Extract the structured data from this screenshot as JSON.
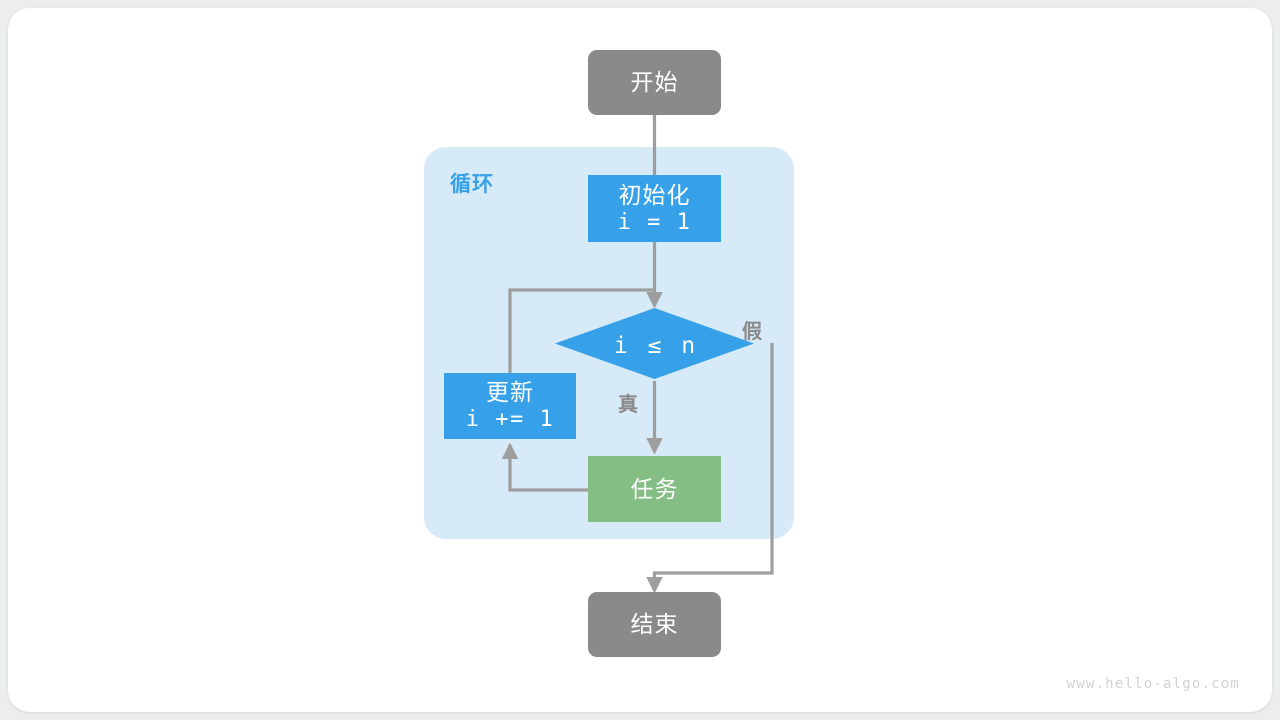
{
  "diagram": {
    "title": "for-loop-flowchart",
    "watermark": "www.hello-algo.com",
    "colors": {
      "page_bg": "#eceded",
      "card_bg": "#ffffff",
      "terminal": "#8a8a8a",
      "process_blue": "#36a0e8",
      "process_green": "#84be85",
      "loop_bg": "#d6eaf8",
      "wire": "#9e9e9e",
      "loop_label": "#36a0e8",
      "watermark": "#d3d3d3"
    },
    "loop_group": {
      "label": "循环"
    },
    "nodes": {
      "start": {
        "label": "开始",
        "shape": "terminal"
      },
      "init": {
        "label": "初始化",
        "code": "i = 1",
        "shape": "process"
      },
      "condition": {
        "label": "i ≤ n",
        "shape": "decision"
      },
      "update": {
        "label": "更新",
        "code": "i += 1",
        "shape": "process"
      },
      "task": {
        "label": "任务",
        "shape": "process"
      },
      "end": {
        "label": "结束",
        "shape": "terminal"
      }
    },
    "edge_labels": {
      "true_branch": "真",
      "false_branch": "假"
    }
  }
}
